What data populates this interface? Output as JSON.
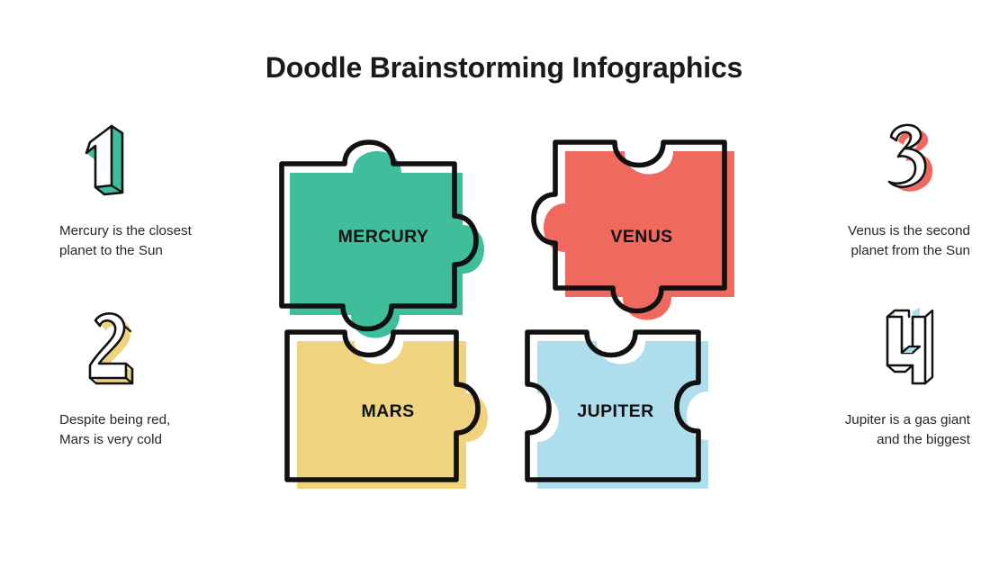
{
  "slide": {
    "title": "Doodle Brainstorming Infographics",
    "background_color": "#ffffff",
    "text_color": "#262626"
  },
  "palette": {
    "mercury_green": "#3FBE9B",
    "venus_red": "#F0695F",
    "mars_yellow": "#EFD37E",
    "jupiter_blue": "#AEDDEC",
    "outline": "#111111"
  },
  "items": [
    {
      "number": "1",
      "number_color": "#3FBE9B",
      "description": "Mercury is the closest\nplanet to the Sun",
      "align": "left",
      "row": "top"
    },
    {
      "number": "2",
      "number_color": "#EFD37E",
      "description": "Despite being red,\nMars is very cold",
      "align": "left",
      "row": "bottom"
    },
    {
      "number": "3",
      "number_color": "#F0695F",
      "description": "Venus is the second\nplanet from the Sun",
      "align": "right",
      "row": "top"
    },
    {
      "number": "4",
      "number_color": "#AEDDEC",
      "description": "Jupiter is a gas giant\nand the biggest",
      "align": "right",
      "row": "bottom"
    }
  ],
  "puzzle": {
    "pieces": [
      {
        "label": "MERCURY",
        "color": "#3FBE9B",
        "position": "top-left"
      },
      {
        "label": "VENUS",
        "color": "#F0695F",
        "position": "top-right"
      },
      {
        "label": "MARS",
        "color": "#EFD37E",
        "position": "bottom-left"
      },
      {
        "label": "JUPITER",
        "color": "#AEDDEC",
        "position": "bottom-right"
      }
    ]
  }
}
